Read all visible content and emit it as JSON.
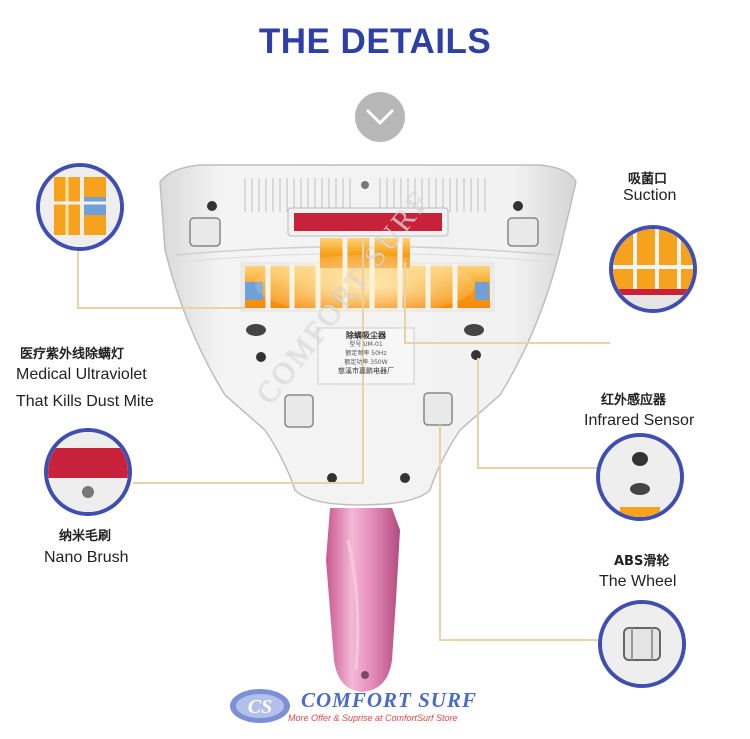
{
  "title": "THE DETAILS",
  "features": {
    "suction": {
      "label_cn": "吸菌口",
      "label_en": "Suction"
    },
    "uv_lamp": {
      "label_cn": "医疗紫外线除螨灯",
      "label_en_line1": "Medical Ultraviolet",
      "label_en_line2": "That Kills Dust Mite"
    },
    "infrared": {
      "label_cn": "红外感应器",
      "label_en": "Infrared Sensor"
    },
    "brush": {
      "label_cn": "纳米毛刷",
      "label_en": "Nano Brush"
    },
    "wheel": {
      "label_cn": "ABS滑轮",
      "label_en": "The Wheel"
    }
  },
  "device_label": {
    "line1": "除螨吸尘器",
    "line2": "型号 UM-01",
    "line3": "额定频率 50Hz",
    "line4": "额定功率 350W",
    "line5": "慈溪市嘉鹏电器厂"
  },
  "watermark": "COMFORT SURF",
  "logo": {
    "monogram": "CS",
    "brand": "COMFORT SURF",
    "tagline": "More Offer & Suprise at ComfortSurf Store"
  },
  "colors": {
    "title": "#2e3fa6",
    "ring": "#3f4eb0",
    "leader": "#e9d2a6",
    "uv": "#f7a21c",
    "brush": "#c8223a",
    "handle": "#e38ab8"
  }
}
